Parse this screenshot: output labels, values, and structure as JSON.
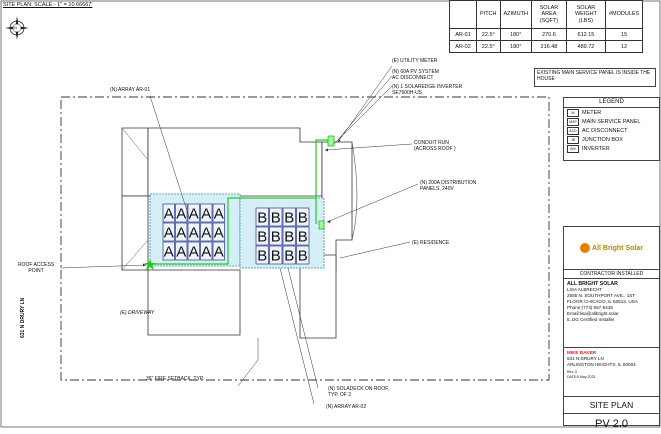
{
  "header": {
    "scale_title": "SITE PLAN: SCALE:- 1\" = 10.66667'"
  },
  "compass": {
    "label": "N"
  },
  "array_table": {
    "headers": [
      "",
      "PITCH",
      "AZIMUTH",
      "SOLAR AREA (SQFT)",
      "SOLAR WEIGHT (LBS)",
      "#MODULES"
    ],
    "rows": [
      [
        "AR-01",
        "22.5°",
        "180°",
        "270.6",
        "612.15",
        "15"
      ],
      [
        "AR-02",
        "22.5°",
        "180°",
        "216.48",
        "489.72",
        "12"
      ]
    ]
  },
  "note": "EXISTING MAIN SERVICE PANEL IS INSIDE THE HOUSE",
  "legend": {
    "title": "LEGEND",
    "items": [
      {
        "symbol": "M",
        "label": "METER"
      },
      {
        "symbol": "MSP",
        "label": "MAIN SERVICE PANEL"
      },
      {
        "symbol": "ACD",
        "label": "AC DISCONNECT"
      },
      {
        "symbol": "JB",
        "label": "JUNCTION BOX"
      },
      {
        "symbol": "INV",
        "label": "INVERTER"
      }
    ]
  },
  "title_block": {
    "logo_text": "All Bright Solar",
    "contractor_heading": "CONTRACTOR INSTALLED",
    "company_lines": [
      "ALL BRIGHT SOLAR",
      "LISA ALBRECHT",
      "2555 N. SOUTHPORT AVE., 1ST",
      "FLOOR CHICAGO, IL 60613, USA",
      "Phone:(773) 557-6445",
      "Email:lisa@allbright.solar",
      "IL DG Certified Installer"
    ],
    "client_name": "MIKE BAKER",
    "client_lines": [
      "631 N DRURY LN",
      "ARLINGTON HEIGHTS, IL 60004"
    ],
    "rev_lines": [
      "Rev: 0",
      "DATE:5 May 2023"
    ],
    "sheet_title": "SITE PLAN",
    "sheet_number": "PV 2.0"
  },
  "labels": {
    "utility_meter": "(E) UTILITY METER",
    "pv_system": [
      "(N) 60A PV SYSTEM",
      "AC DISCONNECT"
    ],
    "inverter": [
      "(N) 1 SOLAREDGE INVERTER",
      "SE7600H-US"
    ],
    "array_1": "(N) ARRAY AR-01",
    "conduit": [
      "CONDUIT RUN",
      "(ACROSS ROOF )"
    ],
    "distribution": [
      "(N) 200A DISTRIBUTION",
      "PANELS, 240V"
    ],
    "residence": "(E) RESIDENCE",
    "roof_access": [
      "ROOF ACCESS",
      "POINT"
    ],
    "driveway": "(E) DRIVEWAY",
    "street": "631 N DRURY LN",
    "setback": "36\" FIRE SETBACK, TYP.",
    "soladeck": [
      "(N) SOLADECK  ON ROOF,",
      "TYP. OF 2"
    ],
    "array_2": "(N) ARRAY AR-02"
  },
  "arrays": {
    "ar1": {
      "letter": "A",
      "rows": 3,
      "cols": 5
    },
    "ar2": {
      "letter": "B",
      "rows": 3,
      "cols": 4
    }
  },
  "colors": {
    "conduit": "#22cc22",
    "array_fill": "#d6eef5",
    "array_border": "#3a8fb7"
  }
}
